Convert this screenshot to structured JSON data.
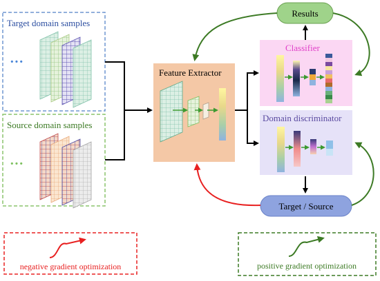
{
  "target_panel": {
    "title": "Target domain samples",
    "ellipsis": "···"
  },
  "source_panel": {
    "title": "Source domain samples",
    "ellipsis": "···"
  },
  "feature_extractor": {
    "title": "Feature Extractor"
  },
  "classifier": {
    "title": "Classifier"
  },
  "domain_discriminator": {
    "title": "Domain discriminator"
  },
  "results": {
    "label": "Results"
  },
  "target_source": {
    "label": "Target / Source"
  },
  "legend": {
    "negative": "negative gradient optimization",
    "positive": "positive gradient optimization"
  },
  "colors": {
    "target_border": "#6f95d0",
    "source_border": "#8ac46c",
    "feature_bg": "#f4c8a6",
    "classifier_bg": "#fbd7f3",
    "classifier_title": "#e040c8",
    "discriminator_bg": "#e6e2f8",
    "discriminator_title": "#5a4aa0",
    "results_fill": "#9fd38a",
    "target_source_fill": "#8ea3df",
    "negative": "#e82020",
    "positive": "#3c7a24"
  }
}
